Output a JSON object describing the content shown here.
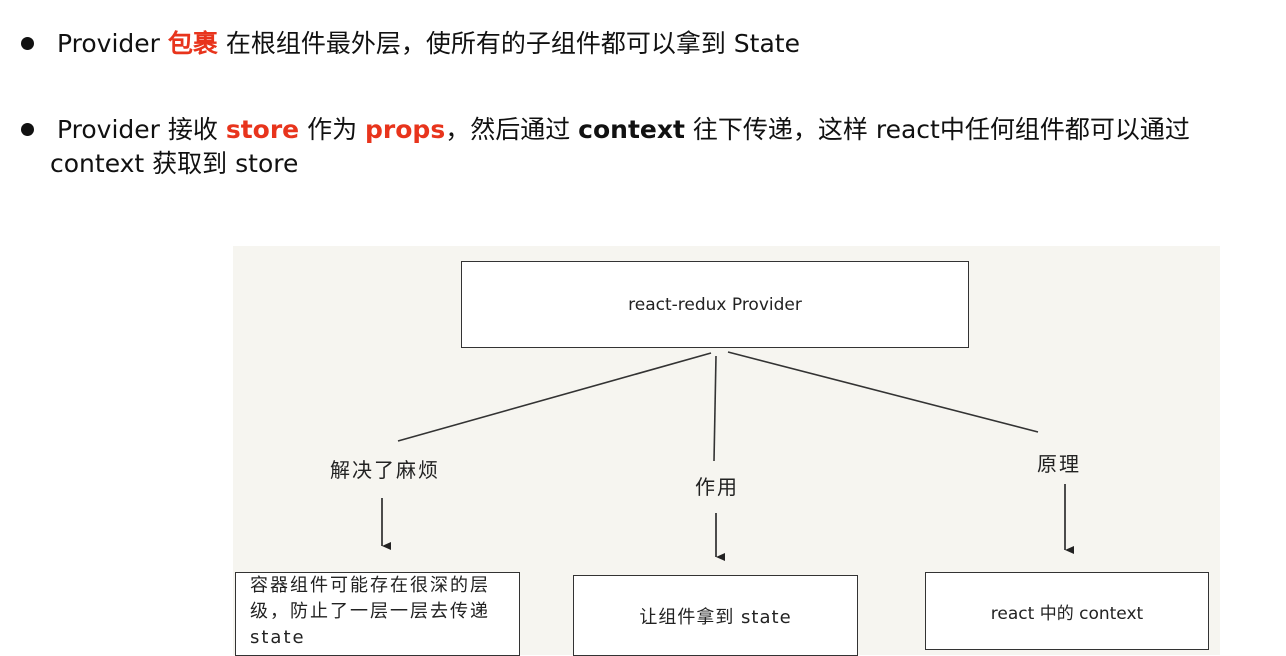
{
  "bullets": {
    "b1": {
      "pre": "Provider ",
      "hl": "包裹",
      "post": " 在根组件最外层，使所有的子组件都可以拿到 State"
    },
    "b2": {
      "s1": "Provider 接收 ",
      "store": "store",
      "s2": " 作为 ",
      "props": "props",
      "s3": "，然后通过 ",
      "context": "context",
      "s4": " 往下传递，这样 react中任何组件都可以通过",
      "line2": "context 获取到 store"
    }
  },
  "diagram": {
    "root": "react-redux Provider",
    "branches": [
      {
        "label": "解决了麻烦",
        "box": "容器组件可能存在很深的层级，防止了一层一层去传递 state"
      },
      {
        "label": "作用",
        "box": "让组件拿到 state"
      },
      {
        "label": "原理",
        "box": "react 中的 context"
      }
    ]
  }
}
